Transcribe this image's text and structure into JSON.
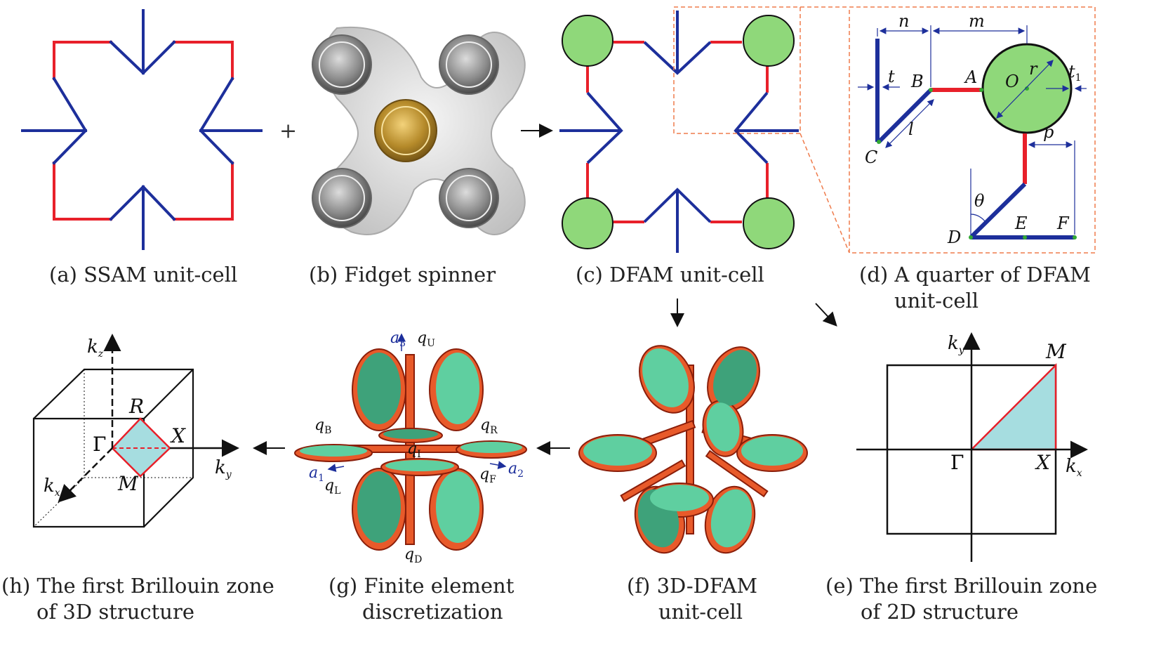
{
  "captions": {
    "a": "(a) SSAM unit-cell",
    "b": "(b) Fidget spinner",
    "c": "(c) DFAM unit-cell",
    "d1": "(d) A quarter of DFAM",
    "d2": "unit-cell",
    "e1": "(e) The first Brillouin zone",
    "e2": "of 2D structure",
    "f1": "(f) 3D-DFAM",
    "f2": "unit-cell",
    "g1": "(g) Finite element",
    "g2": "discretization",
    "h1": "(h) The first Brillouin zone",
    "h2": "of 3D structure"
  },
  "operators": {
    "plus": "+"
  },
  "quarter_labels": {
    "n": "n",
    "m": "m",
    "t": "t",
    "t1": "t",
    "t1_sub": "1",
    "r": "r",
    "O": "O",
    "A": "A",
    "B": "B",
    "C": "C",
    "l": "l",
    "p": "p",
    "theta": "θ",
    "D": "D",
    "E": "E",
    "F": "F"
  },
  "bz2d": {
    "ky": "k",
    "ky_sub": "y",
    "kx": "k",
    "kx_sub": "x",
    "M": "M",
    "Gamma": "Γ",
    "X": "X"
  },
  "bz3d": {
    "kz": "k",
    "kz_sub": "z",
    "ky": "k",
    "ky_sub": "y",
    "kx": "k",
    "kx_sub": "x",
    "R": "R",
    "X": "X",
    "M": "M",
    "Gamma": "Γ"
  },
  "fe_labels": {
    "a3": "a",
    "a3_sub": "3",
    "qU": "q",
    "qU_sub": "U",
    "qB": "q",
    "qB_sub": "B",
    "qR": "q",
    "qR_sub": "R",
    "qI": "q",
    "qI_sub": "I",
    "a1": "a",
    "a1_sub": "1",
    "qL": "q",
    "qL_sub": "L",
    "qF": "q",
    "qF_sub": "F",
    "a2": "a",
    "a2_sub": "2",
    "qD": "q",
    "qD_sub": "D"
  },
  "colors": {
    "red": "#e8202a",
    "blue": "#1d2f9b",
    "green": "#8fd87a",
    "teal": "#a6dde0",
    "orange": "#e85a2a",
    "fe_green": "#4fbf90",
    "dashed_orange": "#ef7b4b"
  }
}
